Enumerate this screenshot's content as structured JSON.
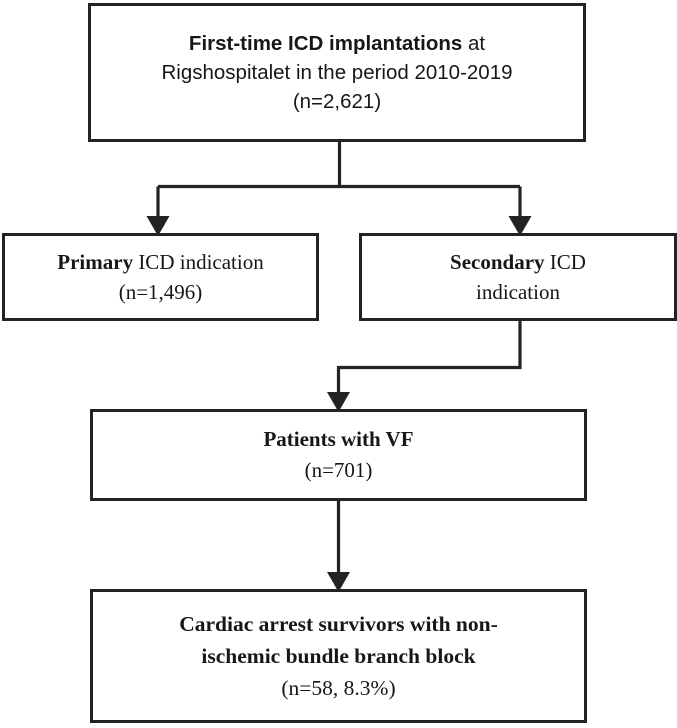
{
  "figure": {
    "type": "flowchart",
    "title": "Study population flowchart",
    "stroke_color": "#232323",
    "text_color": "#171717",
    "background": "#ffffff"
  },
  "nodes": {
    "source": {
      "id": "source",
      "line1_bold": "First-time ICD implantations",
      "line1_rest": " at",
      "line2": "Rigshospitalet in the period 2010-2019",
      "line3": "(n=2,621)",
      "count": 2621
    },
    "primary": {
      "id": "primary",
      "line1_bold": "Primary",
      "line1_rest": " ICD indication",
      "line2": "(n=1,496)",
      "count": 1496
    },
    "secondary": {
      "id": "secondary",
      "line1_bold": "Secondary",
      "line1_rest": " ICD",
      "line2": "indication",
      "count": null
    },
    "vf": {
      "id": "vf",
      "line1_bold": "Patients with VF",
      "line2": "(n=701)",
      "count": 701
    },
    "outcome": {
      "id": "outcome",
      "line1_bold": "Cardiac arrest survivors with non-",
      "line2_bold": "ischemic bundle branch block",
      "line3": "(n=58, 8.3%)",
      "count": 58,
      "percent": "8.3%"
    }
  },
  "edges": [
    {
      "name": "source-to-primary",
      "from": "source",
      "to": "primary",
      "style": "elbow-left-arrow"
    },
    {
      "name": "source-to-secondary",
      "from": "source",
      "to": "secondary",
      "style": "elbow-right-arrow"
    },
    {
      "name": "secondary-to-vf",
      "from": "secondary",
      "to": "vf",
      "style": "elbow-left-arrow"
    },
    {
      "name": "vf-to-outcome",
      "from": "vf",
      "to": "outcome",
      "style": "straight-arrow"
    }
  ]
}
